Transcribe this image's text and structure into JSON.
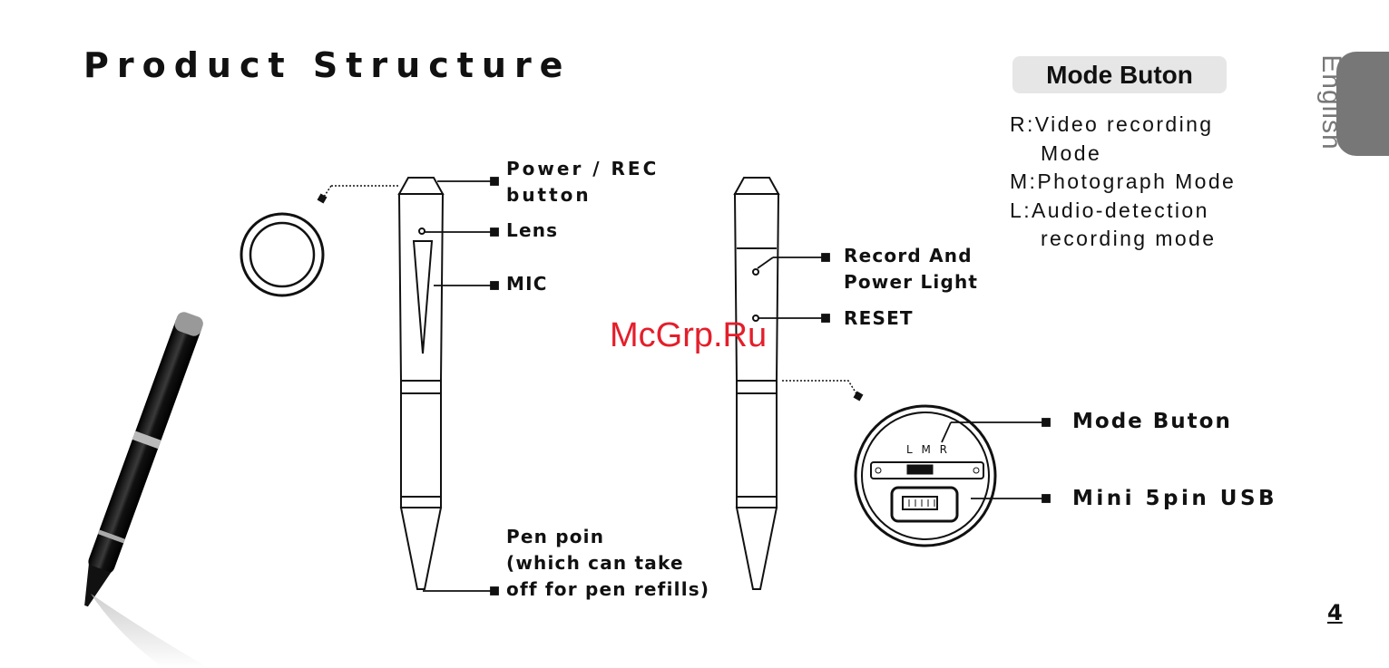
{
  "page": {
    "title": "Product Structure",
    "page_number": "4",
    "side_tab": "English",
    "watermark": "McGrp.Ru"
  },
  "mode_panel": {
    "heading": "Mode Buton",
    "items": [
      {
        "line1": "R:Video recording",
        "line2": "Mode"
      },
      {
        "line1": "M:Photograph  Mode",
        "line2": ""
      },
      {
        "line1": "L:Audio-detection",
        "line2": "recording mode"
      }
    ]
  },
  "callouts": {
    "power_rec": [
      "Power / REC",
      "button"
    ],
    "lens": "Lens",
    "mic": "MIC",
    "pen_point": [
      "Pen poin",
      "(which can take",
      " off for pen refills)"
    ],
    "record_light": [
      "Record And",
      "Power Light"
    ],
    "reset": "RESET",
    "mode_button": "Mode Buton",
    "usb": "Mini 5pin USB"
  },
  "switch_marks": "L M R",
  "colors": {
    "text": "#111111",
    "pill_bg": "#e6e6e6",
    "tab_gray": "#777777",
    "watermark_red": "#e41e2b"
  }
}
